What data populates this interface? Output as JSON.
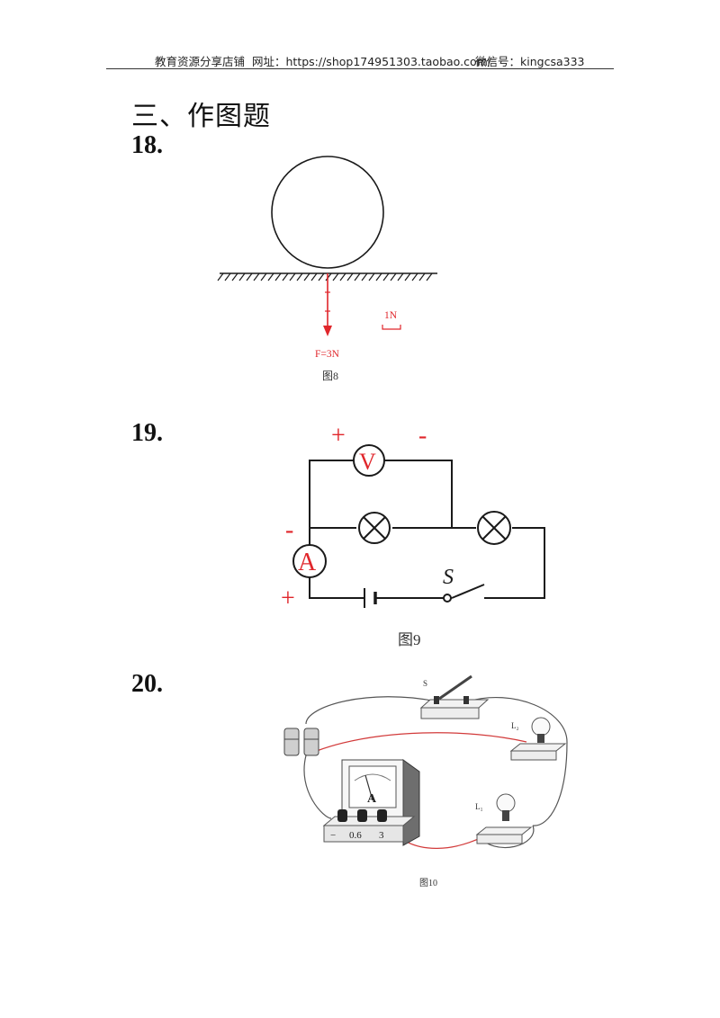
{
  "header": {
    "shop_name": "教育资源分享店铺",
    "url_label": "网址：https://shop174951303.taobao.com/",
    "wechat_label": "微信号：kingcsa333"
  },
  "section_title": "三、作图题",
  "questions": [
    {
      "number": "18.",
      "figure": {
        "force_label": "F=3N",
        "scale_label": "1N",
        "caption": "图8"
      }
    },
    {
      "number": "19.",
      "figure": {
        "voltmeter_label": "V",
        "ammeter_label": "A",
        "voltmeter_plus": "+",
        "voltmeter_minus": "-",
        "ammeter_minus": "-",
        "ammeter_plus": "+",
        "switch_label": "S",
        "caption": "图9"
      }
    },
    {
      "number": "20.",
      "figure": {
        "switch_label": "S",
        "lamp2_label": "L₂",
        "lamp1_label": "L₁",
        "meter_label": "A",
        "terminal_minus": "−",
        "terminal_06": "0.6",
        "terminal_3": "3",
        "caption": "图10"
      }
    }
  ],
  "colors": {
    "annotation_red": "#e0262b",
    "wire_red": "#d23a3a",
    "line_black": "#1a1a1a"
  }
}
